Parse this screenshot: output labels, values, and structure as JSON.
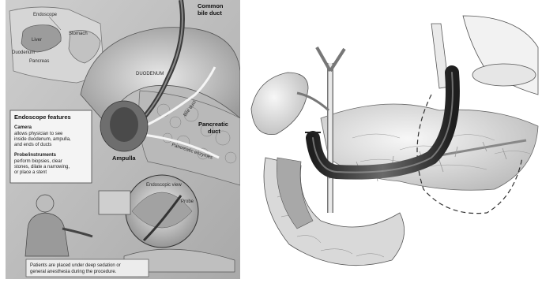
{
  "left_illustration": {
    "labels": {
      "endoscope": "Endoscope",
      "common_bile_duct_line1": "Common",
      "common_bile_duct_line2": "bile duct",
      "liver": "Liver",
      "stomach": "Stomach",
      "duodenum_small": "Duodenum",
      "pancreas": "Pancreas",
      "duodenum_large": "DUODENUM",
      "ampulla": "Ampulla",
      "bile_duct": "Bile duct",
      "pancreatic_duct_line1": "Pancreatic",
      "pancreatic_duct_line2": "duct",
      "pancreatic_enzymes": "Pancreatic enzymes",
      "endoscopic_view": "Endoscopic view",
      "probe": "Probe"
    },
    "features_box": {
      "title": "Endoscope features",
      "camera_heading": "Camera",
      "camera_lines": [
        "allows physician to see",
        "inside duodenum, ampulla,",
        "and ends of ducts"
      ],
      "probe_heading": "Probe/instruments",
      "probe_lines": [
        "perform biopsies, clear",
        "stones, dilate a narrowing,",
        "or place a stent"
      ]
    },
    "caption_lines": [
      "Patients are placed under deep sedation or",
      "general anesthesia during the procedure."
    ]
  },
  "colors": {
    "ink": "#1a1a1a",
    "paper": "#ffffff",
    "shade_light": "#e6e6e6",
    "shade_mid": "#b5b5b5",
    "shade_dark": "#3a3a3a"
  }
}
